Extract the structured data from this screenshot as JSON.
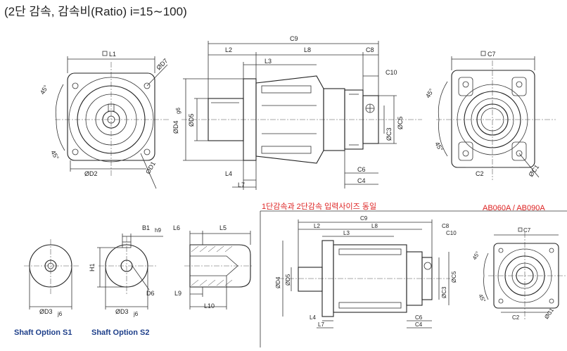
{
  "title": "(2단 감속, 감속비(Ratio) i=15∼100)",
  "note_red": "1단감속과 2단감속 입력사이즈 동일",
  "model_label": "AB060A / AB090A",
  "shaft_options": [
    "Shaft Option S1",
    "Shaft Option S2"
  ],
  "dimensions": {
    "L1": "L1",
    "D7": "ØD7",
    "angle": "45°",
    "D2": "ØD2",
    "D1": "ØD1",
    "C9": "C9",
    "L2": "L2",
    "L8": "L8",
    "C8": "C8",
    "L3": "L3",
    "C10": "C10",
    "D4": "ØD4",
    "D4_sub": "g6",
    "D5": "ØD5",
    "C3": "ØC3",
    "C5": "ØC5",
    "C6": "C6",
    "C4": "C4",
    "L4": "L4",
    "L7": "L7",
    "C7": "C7",
    "C2": "C2",
    "C1": "ØC1",
    "B1": "B1",
    "B1_sub": "h9",
    "H1": "H1",
    "D6": "D6",
    "D3": "ØD3",
    "D3_sub": "j6",
    "L6": "L6",
    "L5": "L5",
    "L9": "L9",
    "L10": "L10"
  },
  "icons": [
    "square-symbol-icon",
    "screw-hole-icon",
    "keyway-icon"
  ]
}
